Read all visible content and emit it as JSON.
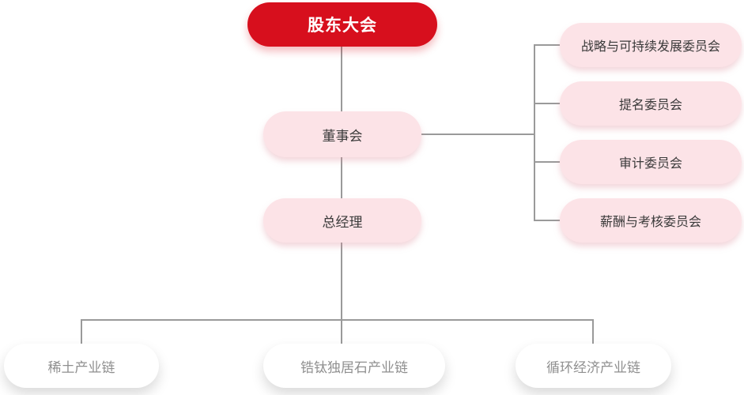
{
  "org_chart": {
    "root": {
      "label": "股东大会"
    },
    "board": {
      "label": "董事会"
    },
    "general_manager": {
      "label": "总经理"
    },
    "committees": [
      {
        "label": "战略与可持续发展委员会"
      },
      {
        "label": "提名委员会"
      },
      {
        "label": "审计委员会"
      },
      {
        "label": "薪酬与考核委员会"
      }
    ],
    "industry_chains": [
      {
        "label": "稀土产业链"
      },
      {
        "label": "锆钛独居石产业链"
      },
      {
        "label": "循环经济产业链"
      }
    ],
    "colors": {
      "root_red": "#d70f1d",
      "node_pink": "#fce3e7",
      "node_white": "#ffffff",
      "connector_gray": "#9a9a9a",
      "dark_text": "#3a3a3a",
      "gray_text": "#8f8f8f",
      "root_text": "#ffffff"
    }
  }
}
